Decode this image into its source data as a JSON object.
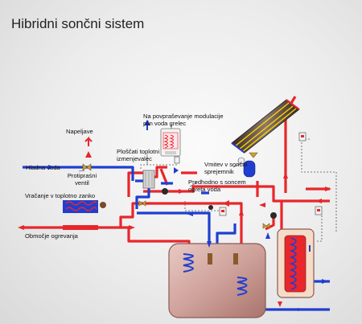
{
  "title": "Hibridni sončni sistem",
  "labels": {
    "napeljave": "Napeljave",
    "hladna_voda": "Hladna voda",
    "protiprasni_ventil_1": "Protipraśni",
    "protiprasni_ventil_2": "ventil",
    "vracanje": "Vračanje v toplotno zanko",
    "obmocje": "Območje ogrevanja",
    "plosc_1": "Ploščati toplotni",
    "plosc_2": "izmenjevalec",
    "napov_1": "Na povpraševanje modulacije",
    "napov_2": "plin voda grelec",
    "vmitev_1": "Vmitev v sončni",
    "vmitev_2": "sprejemnik",
    "predhodno_1": "Predhodno s soncem",
    "predhodno_2": "ogreta voda"
  },
  "colors": {
    "hot": "#e8262b",
    "cold": "#1f3fd0",
    "tank_fill": "#c9a09a",
    "tank_edge": "#8a5a55",
    "dashed": "#555555"
  }
}
